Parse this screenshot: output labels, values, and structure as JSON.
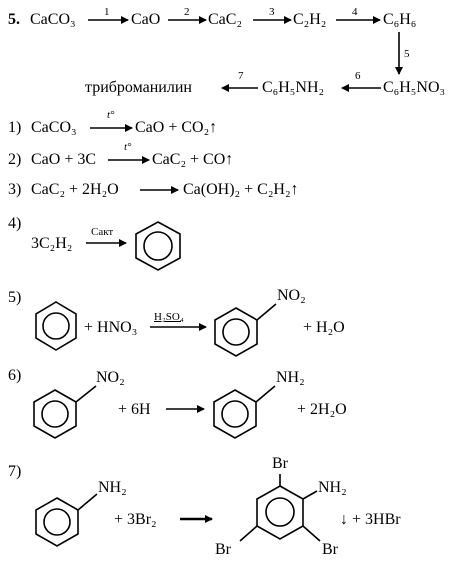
{
  "problem_number": "5.",
  "chain": {
    "s1": "CaCO₃",
    "s2": "CaO",
    "s3": "CaC₂",
    "s4": "C₂H₂",
    "s5": "C₆H₆",
    "s6": "C₆H₅NO₃",
    "s7": "C₆H₅NH₂",
    "s8": "триброманилин",
    "n1": "1",
    "n2": "2",
    "n3": "3",
    "n4": "4",
    "n5": "5",
    "n6": "6",
    "n7": "7"
  },
  "reactions": {
    "r1": {
      "num": "1)",
      "left": "CaCO₃",
      "cond": "t°",
      "right": "CaO + CO₂↑"
    },
    "r2": {
      "num": "2)",
      "left": "CaO + 3C",
      "cond": "t°",
      "right": "CaC₂ + CO↑"
    },
    "r3": {
      "num": "3)",
      "left": "CaC₂ + 2H₂O",
      "right": "Ca(OH)₂ + C₂H₂↑"
    },
    "r4": {
      "num": "4)",
      "left": "3C₂H₂",
      "cond": "Cакт"
    },
    "r5": {
      "num": "5)",
      "plus_reagent": "+ HNO₃",
      "cond": "H₂SO₄",
      "sub": "NO₂",
      "product": "+ H₂O"
    },
    "r6": {
      "num": "6)",
      "sub_left": "NO₂",
      "reagent": "+ 6H",
      "sub_right": "NH₂",
      "product": "+ 2H₂O"
    },
    "r7": {
      "num": "7)",
      "sub_left": "NH₂",
      "reagent": "+ 3Br₂",
      "br_top": "Br",
      "nh2": "NH₂",
      "br_left": "Br",
      "br_right": "Br",
      "product": "↓ + 3HBr"
    }
  }
}
